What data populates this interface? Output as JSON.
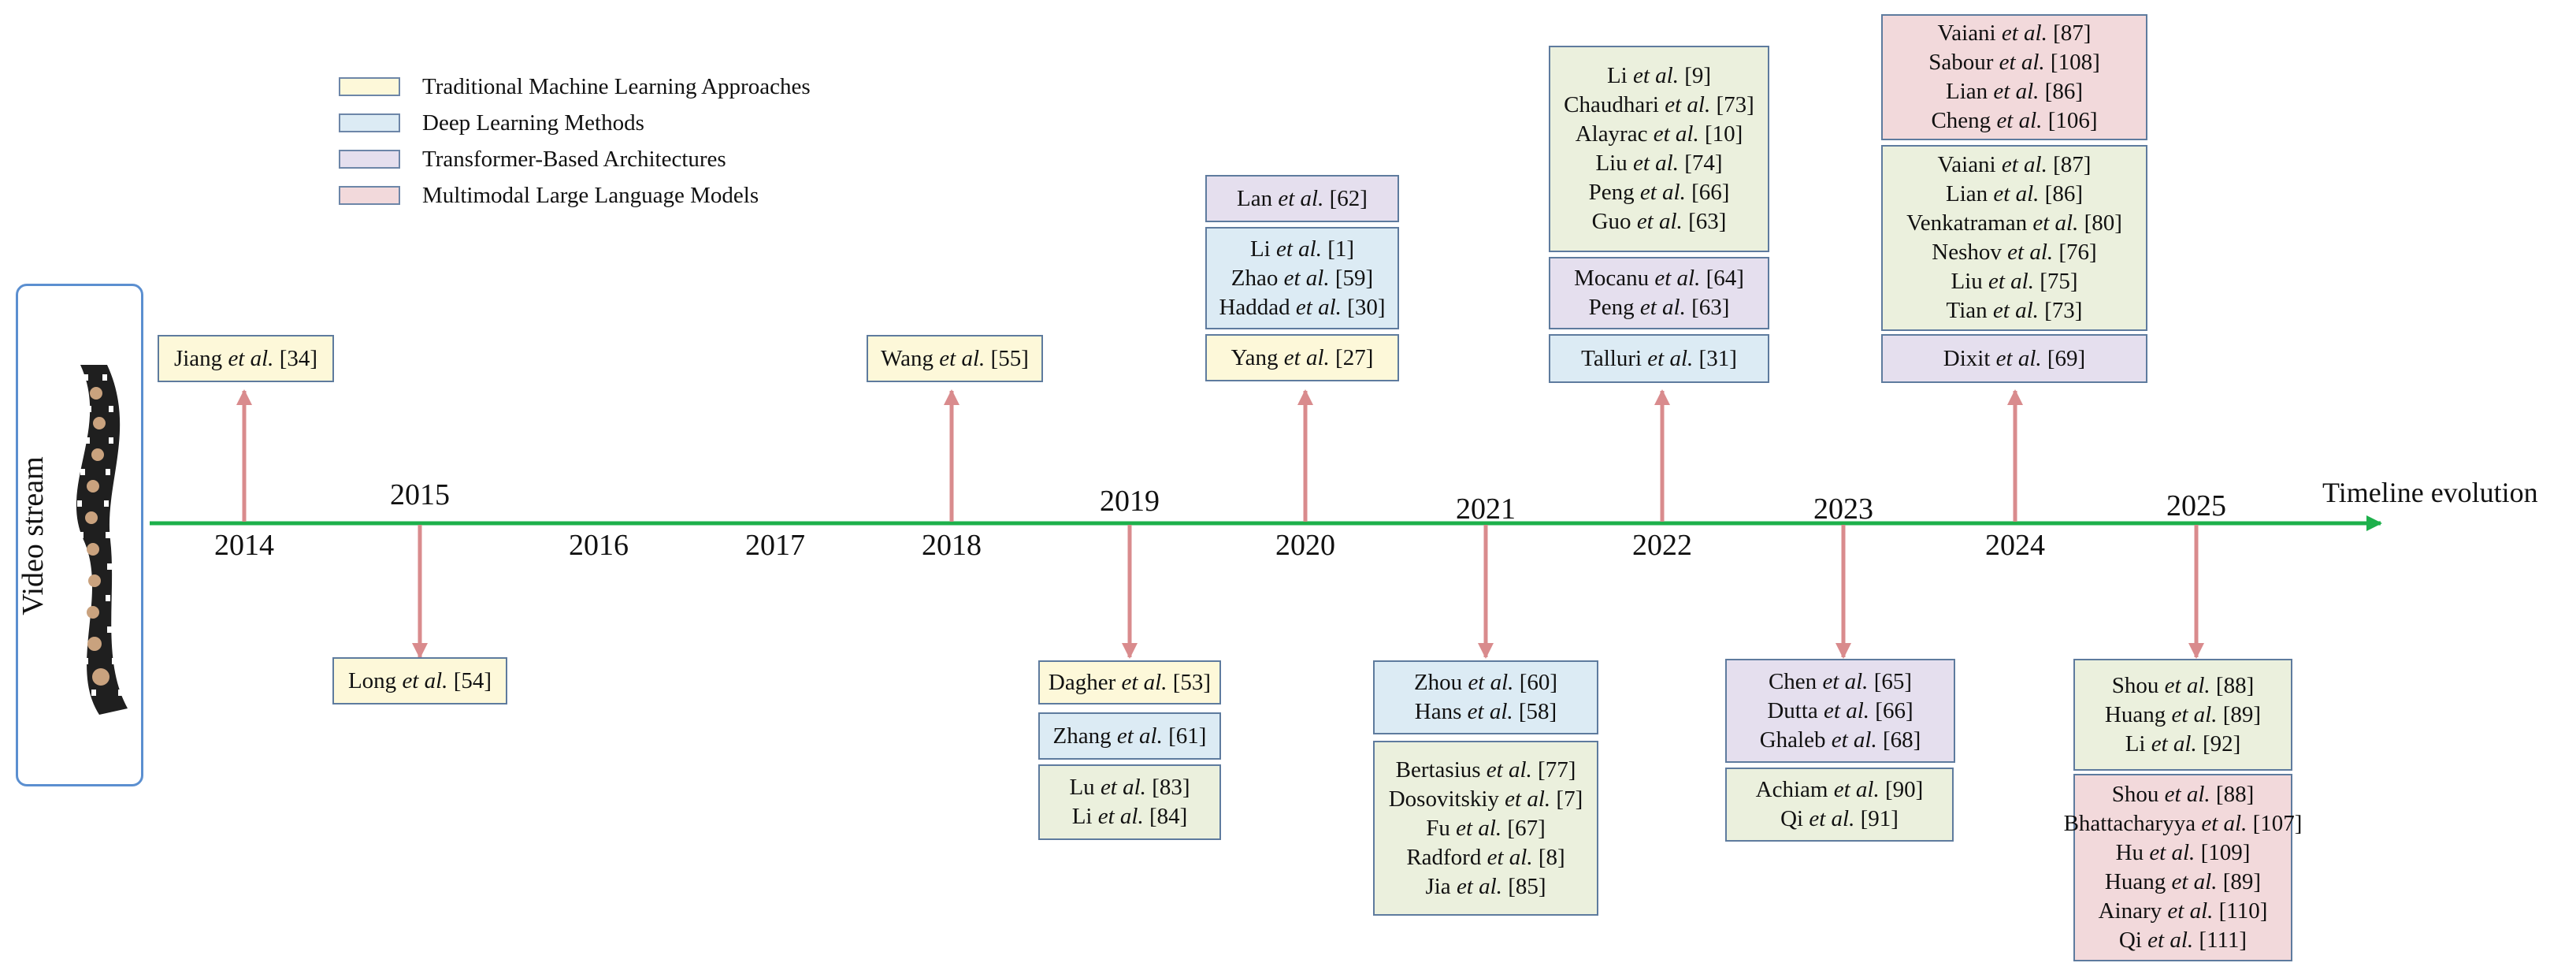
{
  "legend": [
    {
      "label": "Traditional Machine Learning Approaches",
      "category": "trad",
      "color": "#fdf8d9"
    },
    {
      "label": "Deep Learning Methods",
      "category": "deep",
      "color": "#dcebf4"
    },
    {
      "label": "Transformer-Based Architectures",
      "category": "trans",
      "color": "#e5dfee"
    },
    {
      "label": "Multimodal Large Language Models",
      "category": "mllm",
      "color": "#f2d9db"
    }
  ],
  "side_panel": {
    "label": "Video stream",
    "icon": "film-strip-icon"
  },
  "axis": {
    "title": "Timeline evolution",
    "color": "#1db04b",
    "arrow_color": "#d98b8d"
  },
  "years": [
    "2014",
    "2015",
    "2016",
    "2017",
    "2018",
    "2019",
    "2020",
    "2021",
    "2022",
    "2023",
    "2024",
    "2025"
  ],
  "boxes": [
    {
      "year": "2014",
      "category": "trad",
      "entries": [
        {
          "author": "Jiang",
          "ref": "[34]"
        }
      ]
    },
    {
      "year": "2015",
      "category": "trad",
      "entries": [
        {
          "author": "Long",
          "ref": "[54]"
        }
      ]
    },
    {
      "year": "2018",
      "category": "trad",
      "entries": [
        {
          "author": "Wang",
          "ref": "[55]"
        }
      ]
    },
    {
      "year": "2019",
      "category": "trad",
      "entries": [
        {
          "author": "Dagher",
          "ref": "[53]"
        }
      ]
    },
    {
      "year": "2019",
      "category": "deep",
      "entries": [
        {
          "author": "Zhang",
          "ref": "[61]"
        }
      ]
    },
    {
      "year": "2019",
      "category": "green",
      "entries": [
        {
          "author": "Lu",
          "ref": "[83]"
        },
        {
          "author": "Li",
          "ref": "[84]"
        }
      ]
    },
    {
      "year": "2020",
      "category": "trans",
      "entries": [
        {
          "author": "Lan",
          "ref": "[62]"
        }
      ]
    },
    {
      "year": "2020",
      "category": "deep",
      "entries": [
        {
          "author": "Li",
          "ref": "[1]"
        },
        {
          "author": "Zhao",
          "ref": "[59]"
        },
        {
          "author": "Haddad",
          "ref": "[30]"
        }
      ]
    },
    {
      "year": "2020",
      "category": "trad",
      "entries": [
        {
          "author": "Yang",
          "ref": "[27]"
        }
      ]
    },
    {
      "year": "2021",
      "category": "deep",
      "entries": [
        {
          "author": "Zhou",
          "ref": "[60]"
        },
        {
          "author": "Hans",
          "ref": "[58]"
        }
      ]
    },
    {
      "year": "2021",
      "category": "green",
      "entries": [
        {
          "author": "Bertasius",
          "ref": "[77]"
        },
        {
          "author": "Dosovitskiy",
          "ref": "[7]"
        },
        {
          "author": "Fu",
          "ref": "[67]"
        },
        {
          "author": "Radford",
          "ref": "[8]"
        },
        {
          "author": "Jia",
          "ref": "[85]"
        }
      ]
    },
    {
      "year": "2022",
      "category": "green",
      "entries": [
        {
          "author": "Li",
          "ref": "[9]"
        },
        {
          "author": "Chaudhari",
          "ref": "[73]"
        },
        {
          "author": "Alayrac",
          "ref": "[10]"
        },
        {
          "author": "Liu",
          "ref": "[74]"
        },
        {
          "author": "Peng",
          "ref": "[66]"
        },
        {
          "author": "Guo",
          "ref": "[63]"
        }
      ]
    },
    {
      "year": "2022",
      "category": "trans",
      "entries": [
        {
          "author": "Mocanu",
          "ref": "[64]"
        },
        {
          "author": "Peng",
          "ref": "[63]"
        }
      ]
    },
    {
      "year": "2022",
      "category": "deep",
      "entries": [
        {
          "author": "Talluri",
          "ref": "[31]"
        }
      ]
    },
    {
      "year": "2023",
      "category": "trans",
      "entries": [
        {
          "author": "Chen",
          "ref": "[65]"
        },
        {
          "author": "Dutta",
          "ref": "[66]"
        },
        {
          "author": "Ghaleb",
          "ref": "[68]"
        }
      ]
    },
    {
      "year": "2023",
      "category": "green",
      "entries": [
        {
          "author": "Achiam",
          "ref": "[90]"
        },
        {
          "author": "Qi",
          "ref": "[91]"
        }
      ]
    },
    {
      "year": "2024",
      "category": "mllm",
      "entries": [
        {
          "author": "Vaiani",
          "ref": "[87]"
        },
        {
          "author": "Sabour",
          "ref": "[108]"
        },
        {
          "author": "Lian",
          "ref": "[86]"
        },
        {
          "author": "Cheng",
          "ref": "[106]"
        }
      ]
    },
    {
      "year": "2024",
      "category": "green",
      "entries": [
        {
          "author": "Vaiani",
          "ref": "[87]"
        },
        {
          "author": "Lian",
          "ref": "[86]"
        },
        {
          "author": "Venkatraman",
          "ref": "[80]"
        },
        {
          "author": "Neshov",
          "ref": "[76]"
        },
        {
          "author": "Liu",
          "ref": "[75]"
        },
        {
          "author": "Tian",
          "ref": "[73]"
        }
      ]
    },
    {
      "year": "2024",
      "category": "trans",
      "entries": [
        {
          "author": "Dixit",
          "ref": "[69]"
        }
      ]
    },
    {
      "year": "2025",
      "category": "green",
      "entries": [
        {
          "author": "Shou",
          "ref": "[88]"
        },
        {
          "author": "Huang",
          "ref": "[89]"
        },
        {
          "author": "Li",
          "ref": "[92]"
        }
      ]
    },
    {
      "year": "2025",
      "category": "mllm",
      "entries": [
        {
          "author": "Shou",
          "ref": "[88]"
        },
        {
          "author": "Bhattacharyya",
          "ref": "[107]"
        },
        {
          "author": "Hu",
          "ref": "[109]"
        },
        {
          "author": "Huang",
          "ref": "[89]"
        },
        {
          "author": "Ainary",
          "ref": "[110]"
        },
        {
          "author": "Qi",
          "ref": "[111]"
        }
      ]
    }
  ],
  "etal": "et al.",
  "green_box_color": "#ebf0dd"
}
